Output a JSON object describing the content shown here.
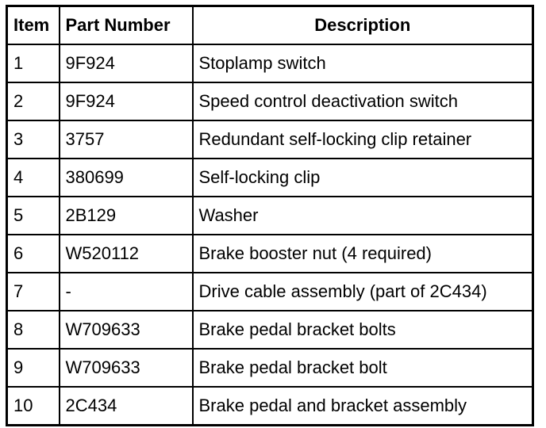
{
  "table": {
    "headers": {
      "item": "Item",
      "part_number": "Part Number",
      "description": "Description"
    },
    "rows": [
      {
        "item": "1",
        "part_number": "9F924",
        "description": "Stoplamp switch"
      },
      {
        "item": "2",
        "part_number": "9F924",
        "description": "Speed control deactivation switch"
      },
      {
        "item": "3",
        "part_number": "3757",
        "description": "Redundant self-locking clip retainer"
      },
      {
        "item": "4",
        "part_number": "380699",
        "description": "Self-locking clip"
      },
      {
        "item": "5",
        "part_number": "2B129",
        "description": "Washer"
      },
      {
        "item": "6",
        "part_number": "W520112",
        "description": "Brake booster nut (4 required)"
      },
      {
        "item": "7",
        "part_number": "-",
        "description": "Drive cable assembly (part of 2C434)"
      },
      {
        "item": "8",
        "part_number": "W709633",
        "description": "Brake pedal bracket bolts"
      },
      {
        "item": "9",
        "part_number": "W709633",
        "description": "Brake pedal bracket bolt"
      },
      {
        "item": "10",
        "part_number": "2C434",
        "description": "Brake pedal and bracket assembly"
      }
    ]
  }
}
